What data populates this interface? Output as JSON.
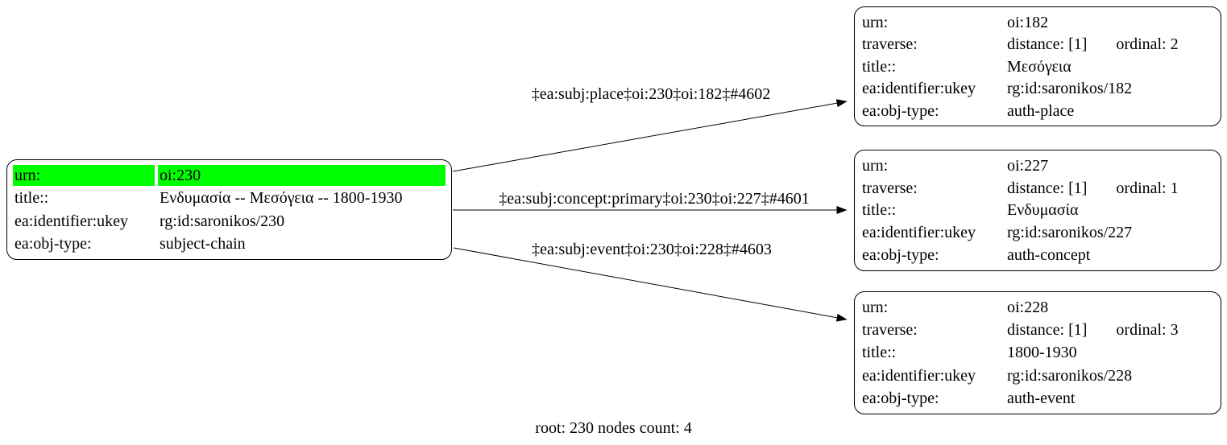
{
  "graph": {
    "caption": "root: 230 nodes count: 4",
    "highlight_color": "#00ff00",
    "root": {
      "rows": [
        {
          "key": "urn:",
          "value": "oi:230"
        },
        {
          "key": "title::",
          "value": "Ενδυμασία -- Μεσόγεια -- 1800-1930"
        },
        {
          "key": "ea:identifier:ukey",
          "value": "rg:id:saronikos/230"
        },
        {
          "key": "ea:obj-type:",
          "value": "subject-chain"
        }
      ]
    },
    "nodes": [
      {
        "rows": [
          {
            "key": "urn:",
            "value": "oi:182"
          },
          {
            "key": "traverse:",
            "value": "distance: [1]",
            "value2": "ordinal: 2"
          },
          {
            "key": "title::",
            "value": "Μεσόγεια"
          },
          {
            "key": "ea:identifier:ukey",
            "value": "rg:id:saronikos/182"
          },
          {
            "key": "ea:obj-type:",
            "value": "auth-place"
          }
        ]
      },
      {
        "rows": [
          {
            "key": "urn:",
            "value": "oi:227"
          },
          {
            "key": "traverse:",
            "value": "distance: [1]",
            "value2": "ordinal: 1"
          },
          {
            "key": "title::",
            "value": "Ενδυμασία"
          },
          {
            "key": "ea:identifier:ukey",
            "value": "rg:id:saronikos/227"
          },
          {
            "key": "ea:obj-type:",
            "value": "auth-concept"
          }
        ]
      },
      {
        "rows": [
          {
            "key": "urn:",
            "value": "oi:228"
          },
          {
            "key": "traverse:",
            "value": "distance: [1]",
            "value2": "ordinal: 3"
          },
          {
            "key": "title::",
            "value": "1800-1930"
          },
          {
            "key": "ea:identifier:ukey",
            "value": "rg:id:saronikos/228"
          },
          {
            "key": "ea:obj-type:",
            "value": "auth-event"
          }
        ]
      }
    ],
    "edges": [
      {
        "label": "‡ea:subj:place‡oi:230‡oi:182‡#4602"
      },
      {
        "label": "‡ea:subj:concept:primary‡oi:230‡oi:227‡#4601"
      },
      {
        "label": "‡ea:subj:event‡oi:230‡oi:228‡#4603"
      }
    ]
  }
}
